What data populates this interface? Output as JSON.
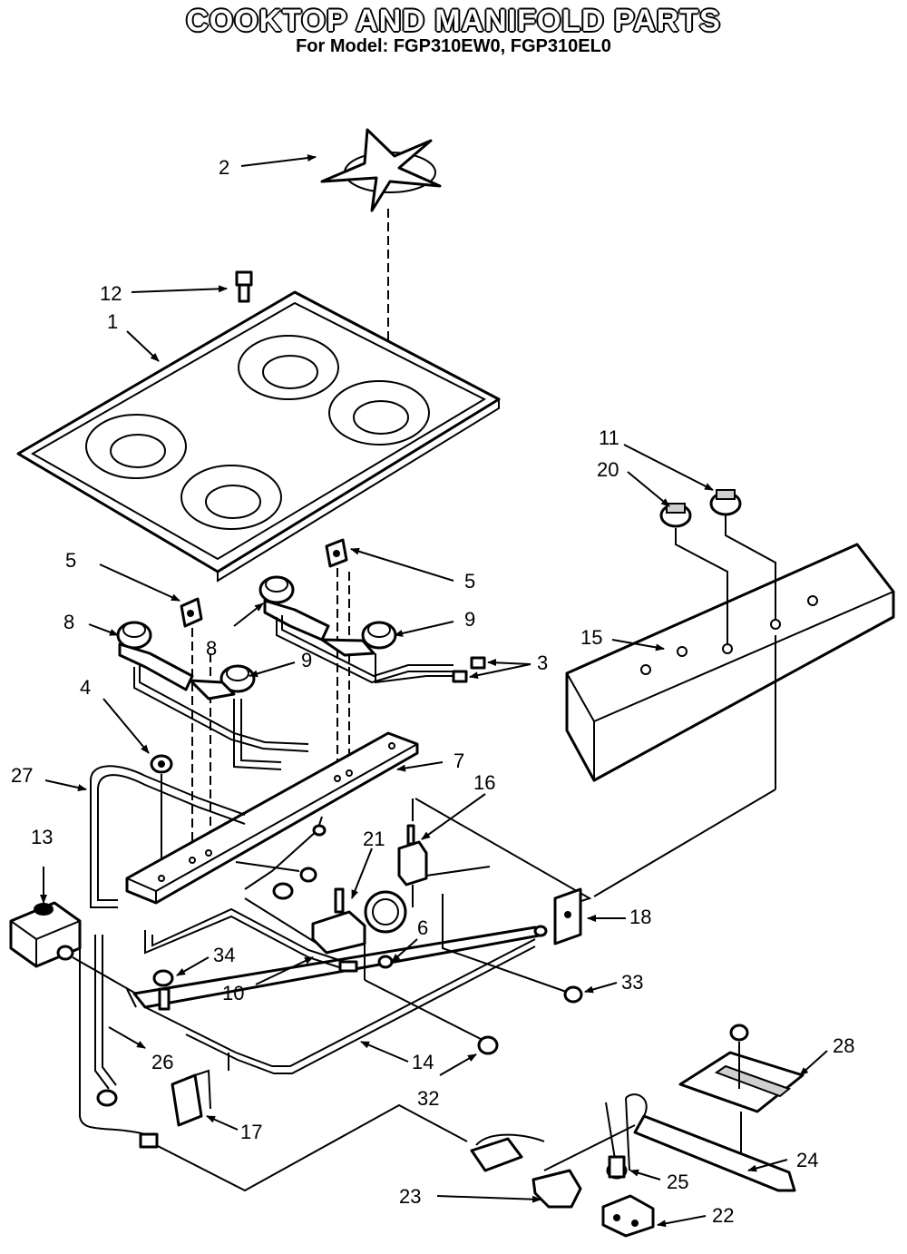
{
  "title": "COOKTOP AND MANIFOLD PARTS",
  "subtitle": "For Model: FGP310EW0, FGP310EL0",
  "callouts": {
    "c1": "1",
    "c2": "2",
    "c3": "3",
    "c4": "4",
    "c5a": "5",
    "c5b": "5",
    "c6": "6",
    "c7": "7",
    "c8a": "8",
    "c8b": "8",
    "c9a": "9",
    "c9b": "9",
    "c10": "10",
    "c11": "11",
    "c12": "12",
    "c13": "13",
    "c14": "14",
    "c15": "15",
    "c16": "16",
    "c17": "17",
    "c18": "18",
    "c20": "20",
    "c21": "21",
    "c22": "22",
    "c23": "23",
    "c24": "24",
    "c25": "25",
    "c26": "26",
    "c27": "27",
    "c28": "28",
    "c32": "32",
    "c33": "33",
    "c34": "34"
  }
}
